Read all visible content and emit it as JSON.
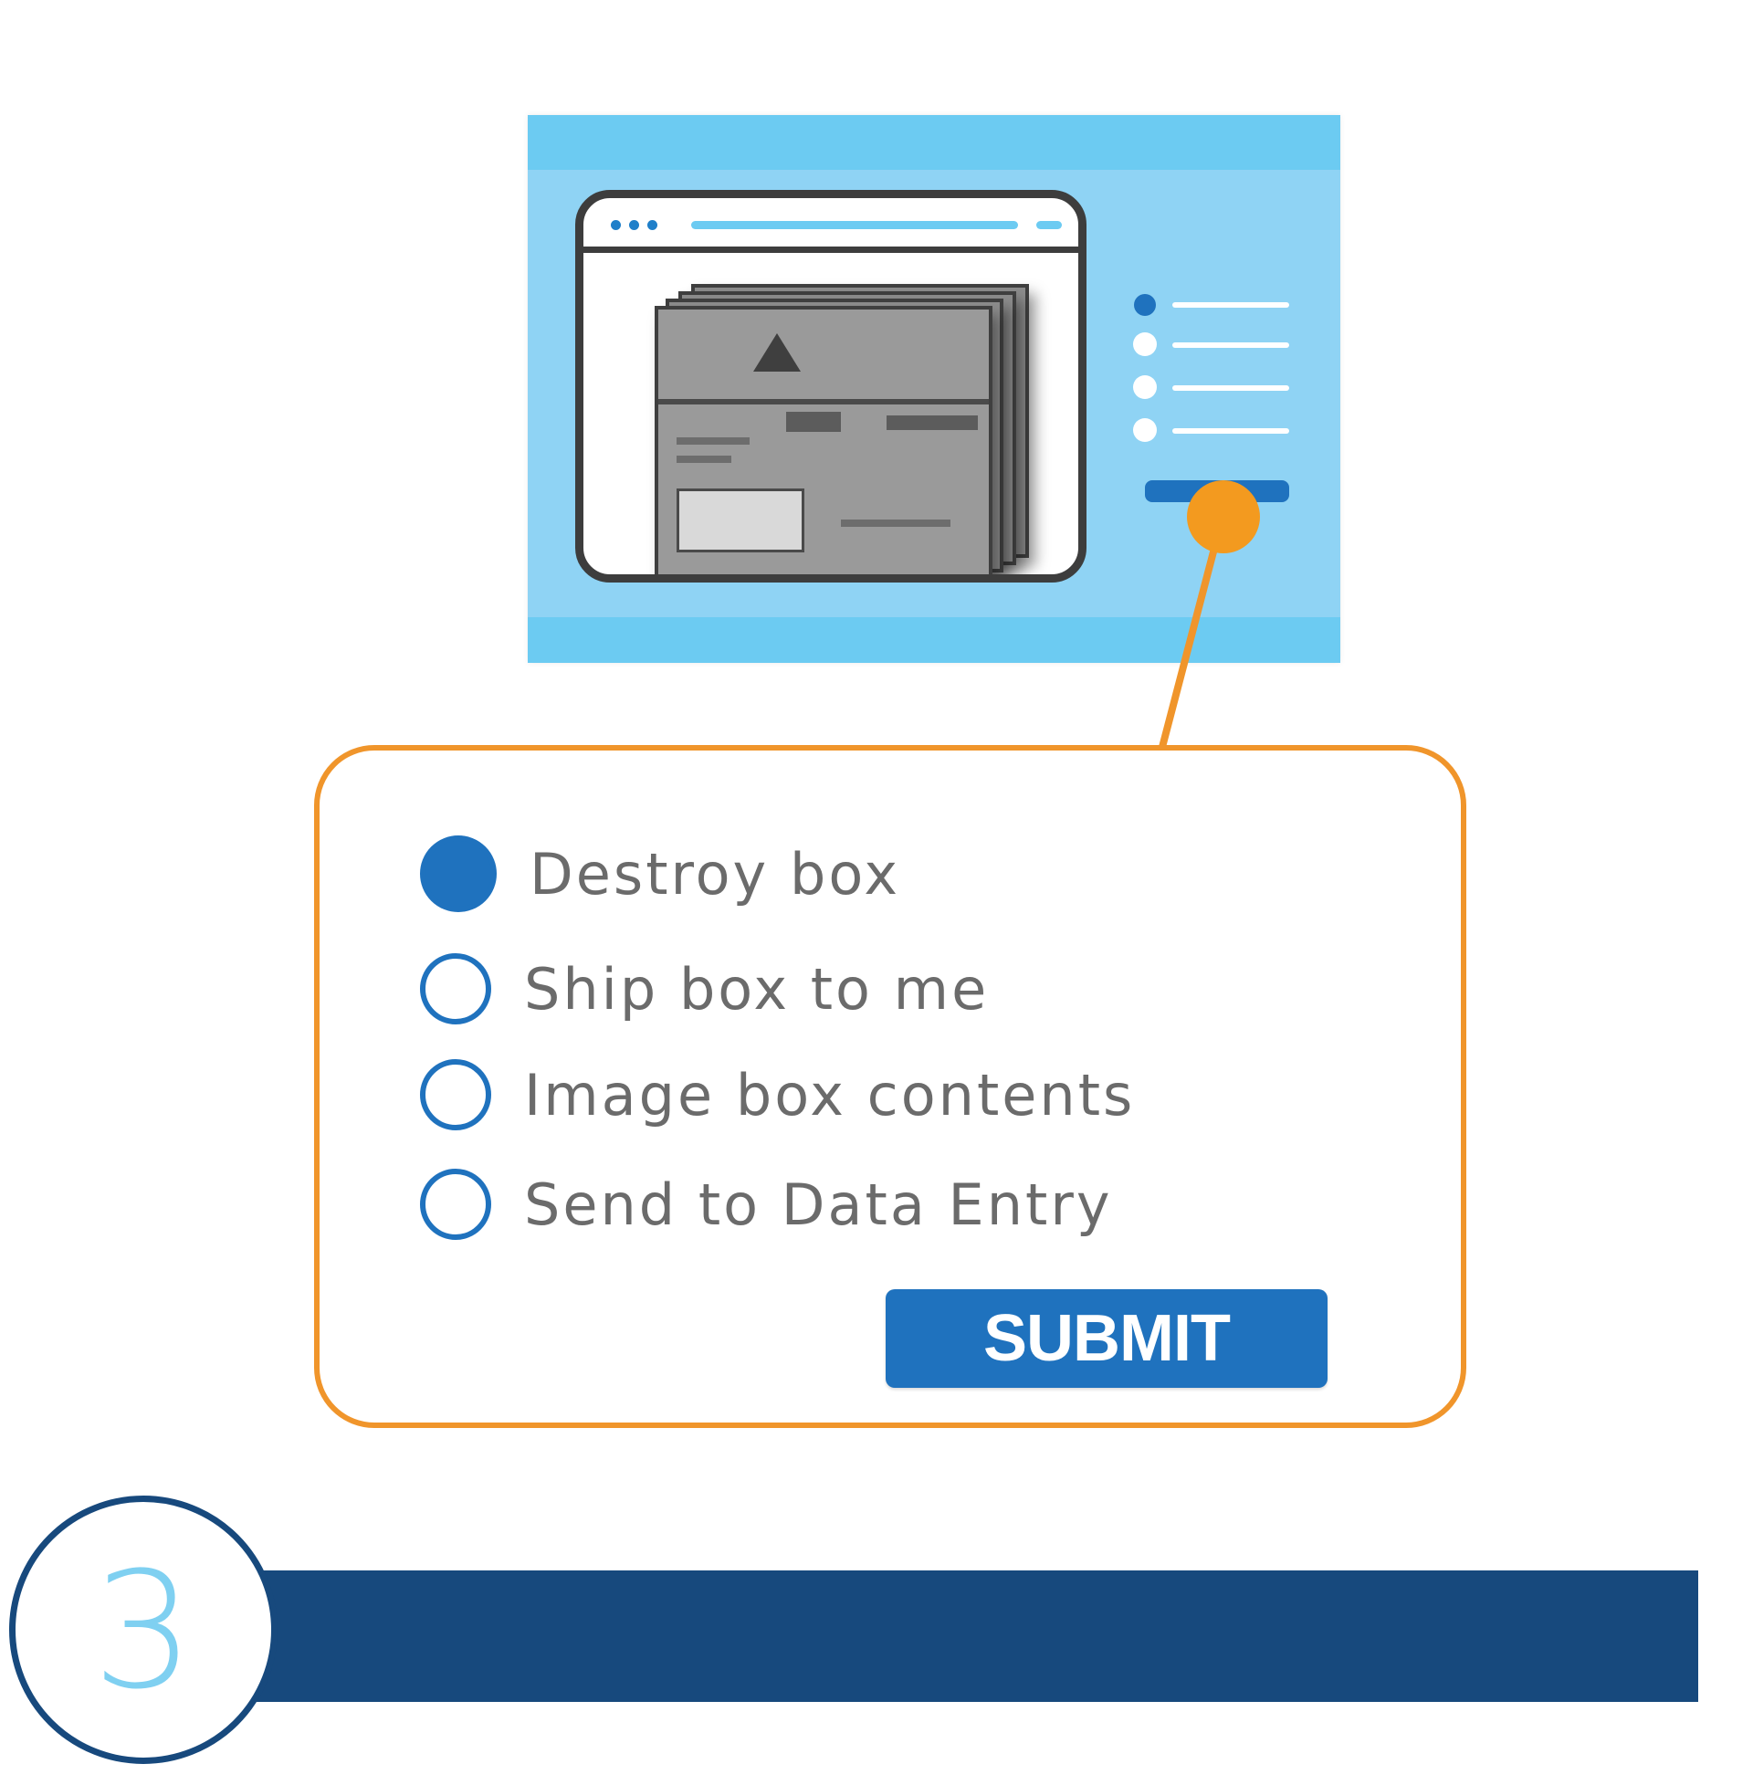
{
  "options": [
    {
      "label": "Destroy box",
      "selected": true
    },
    {
      "label": "Ship box to me",
      "selected": false
    },
    {
      "label": "Image box contents",
      "selected": false
    },
    {
      "label": "Send to Data Entry",
      "selected": false
    }
  ],
  "submit_label": "SUBMIT",
  "step_number": "3",
  "colors": {
    "accent_blue": "#1f72be",
    "callout_orange": "#f0952b",
    "panel_blue": "#8fd3f4",
    "step_navy": "#17497d",
    "step_number_blue": "#7fd0f1"
  },
  "icons": {
    "illustration": "browser-window-document-icon"
  }
}
